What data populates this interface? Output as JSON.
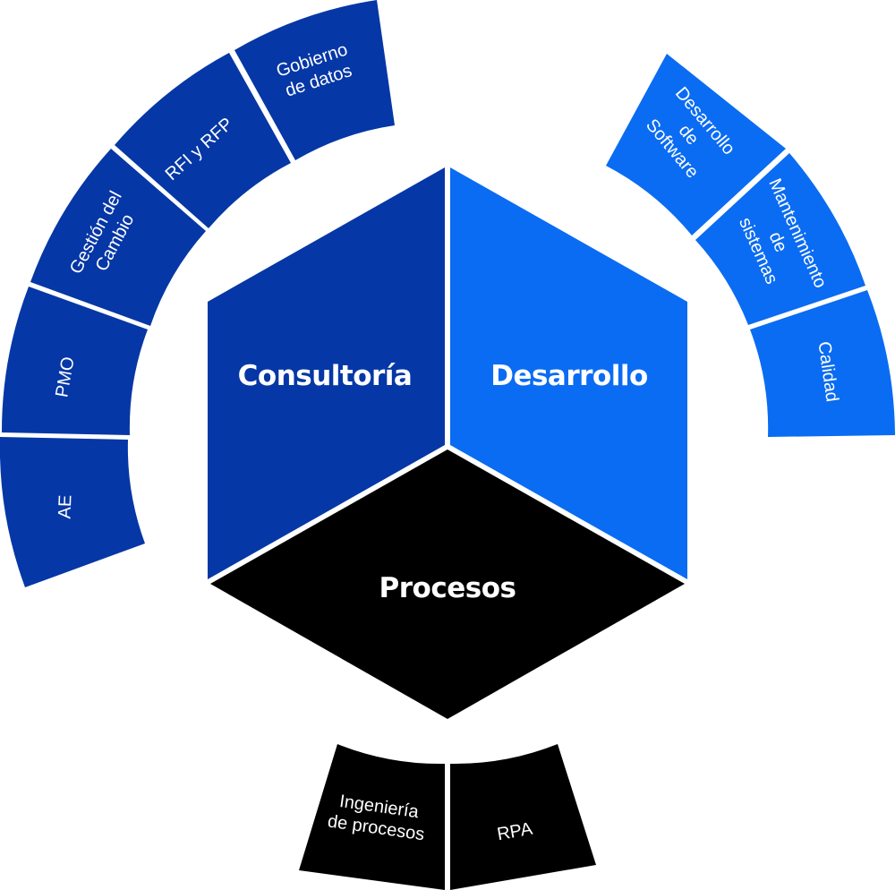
{
  "colors": {
    "consultoria": "#0537A6",
    "desarrollo": "#0A6CF2",
    "procesos": "#000000",
    "text": "#FFFFFF"
  },
  "center": {
    "consultoria": "Consultoría",
    "desarrollo": "Desarrollo",
    "procesos": "Procesos"
  },
  "consultoria_ring": [
    {
      "lines": [
        "AE"
      ]
    },
    {
      "lines": [
        "PMO"
      ]
    },
    {
      "lines": [
        "Gestión del",
        "Cambio"
      ]
    },
    {
      "lines": [
        "RFI y RFP"
      ]
    },
    {
      "lines": [
        "Gobierno",
        "de datos"
      ]
    }
  ],
  "desarrollo_ring": [
    {
      "lines": [
        "Desarrollo",
        "de",
        "Software"
      ]
    },
    {
      "lines": [
        "Mantenimiento",
        "de",
        "sistemas"
      ]
    },
    {
      "lines": [
        "Calidad"
      ]
    }
  ],
  "procesos_ring": [
    {
      "lines": [
        "Ingeniería",
        "de procesos"
      ]
    },
    {
      "lines": [
        "RPA"
      ]
    }
  ]
}
